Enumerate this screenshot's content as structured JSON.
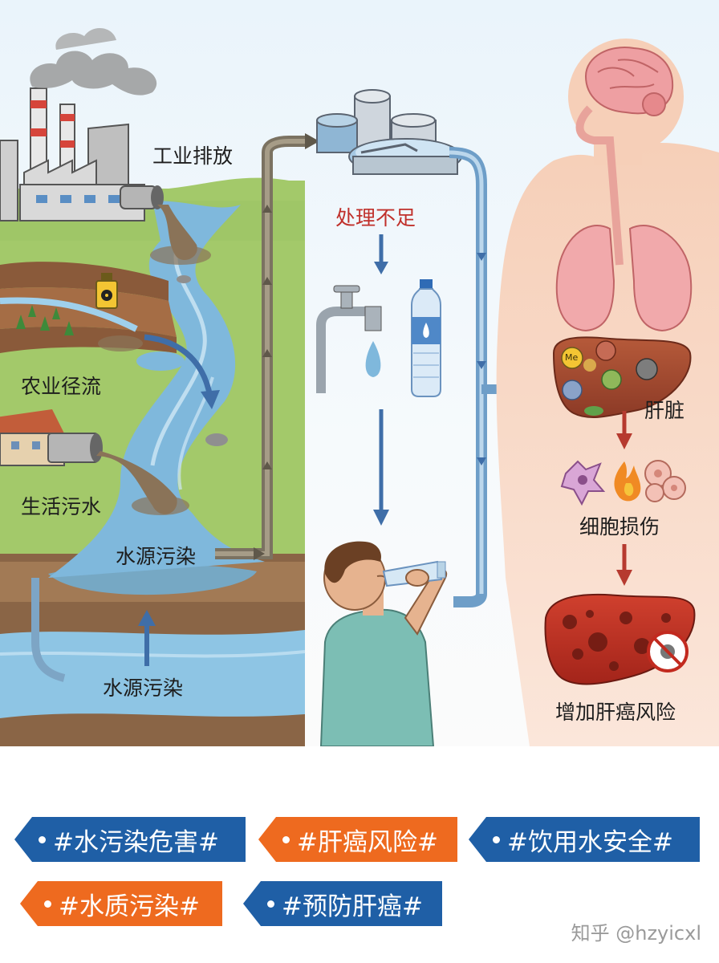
{
  "labels": {
    "industrial": "工业排放",
    "agricultural": "农业径流",
    "domestic": "生活污水",
    "water_pollution_surface": "水源污染",
    "water_pollution_ground": "水源污染",
    "insufficient_treatment": "处理不足",
    "liver": "肝脏",
    "cell_damage": "细胞损伤",
    "cancer_risk": "增加肝癌风险"
  },
  "icons": {
    "hazard": "radiation-hazard-icon",
    "no_virus": "no-virus-icon",
    "fire": "fire-icon"
  },
  "liver_markers": [
    "Me"
  ],
  "tags": [
    {
      "text": "#水污染危害#",
      "color": "#1f5fa6"
    },
    {
      "text": "#肝癌风险#",
      "color": "#ee6a1f"
    },
    {
      "text": "#饮用水安全#",
      "color": "#1f5fa6"
    },
    {
      "text": "#水质污染#",
      "color": "#ee6a1f"
    },
    {
      "text": "#预防肝癌#",
      "color": "#1f5fa6"
    }
  ],
  "watermark": "知乎 @hzyicxl",
  "colors": {
    "water": "#7fb8dc",
    "pipe": "#6e9ec8",
    "arrow_red": "#b63a2f",
    "arrow_blue": "#3f6ea8",
    "tag_blue": "#1f5fa6",
    "tag_orange": "#ee6a1f"
  }
}
